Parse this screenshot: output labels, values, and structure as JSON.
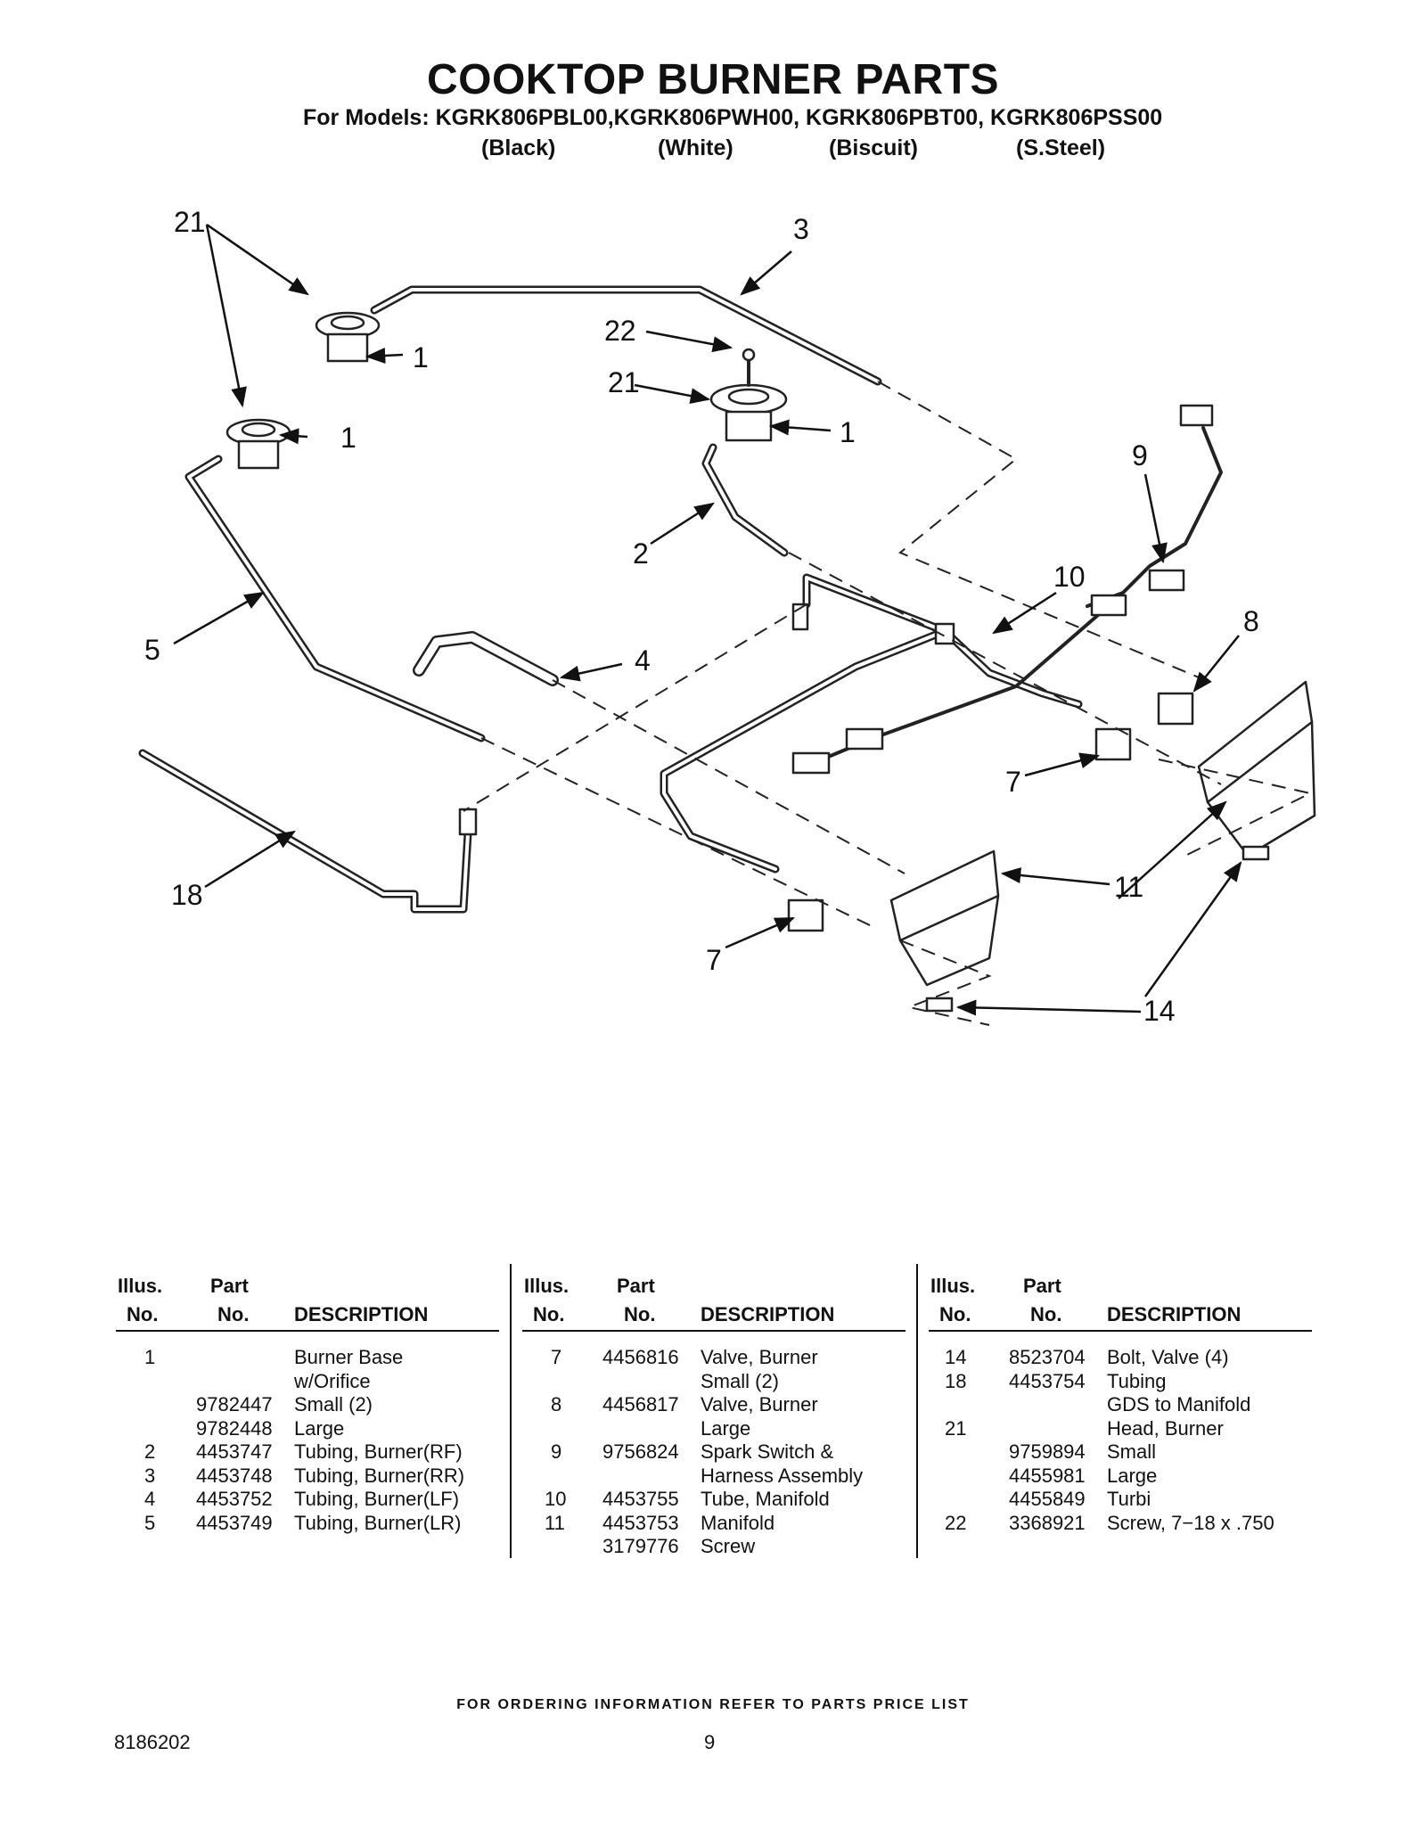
{
  "header": {
    "title": "COOKTOP BURNER PARTS",
    "models": "For Models: KGRK806PBL00,KGRK806PWH00, KGRK806PBT00, KGRK806PSS00",
    "colors": [
      "(Black)",
      "(White)",
      "(Biscuit)",
      "(S.Steel)"
    ]
  },
  "callouts": {
    "c21a": "21",
    "c3": "3",
    "c1a": "1",
    "c22": "22",
    "c21b": "21",
    "c1b": "1",
    "c1c": "1",
    "c9": "9",
    "c2": "2",
    "c10": "10",
    "c8": "8",
    "c5": "5",
    "c4": "4",
    "c7a": "7",
    "c11": "11",
    "c18": "18",
    "c7b": "7",
    "c14": "14"
  },
  "table_header": {
    "illus_1": "Illus.",
    "illus_2": "No.",
    "part_1": "Part",
    "part_2": "No.",
    "description": "DESCRIPTION"
  },
  "parts": [
    [
      {
        "illus": "1",
        "part": "",
        "desc": "Burner Base"
      },
      {
        "illus": "",
        "part": "",
        "desc": "w/Orifice"
      },
      {
        "illus": "",
        "part": "9782447",
        "desc": "Small (2)"
      },
      {
        "illus": "",
        "part": "9782448",
        "desc": "Large"
      },
      {
        "illus": "2",
        "part": "4453747",
        "desc": "Tubing, Burner(RF)"
      },
      {
        "illus": "3",
        "part": "4453748",
        "desc": "Tubing, Burner(RR)"
      },
      {
        "illus": "4",
        "part": "4453752",
        "desc": "Tubing, Burner(LF)"
      },
      {
        "illus": "5",
        "part": "4453749",
        "desc": "Tubing, Burner(LR)"
      }
    ],
    [
      {
        "illus": "7",
        "part": "4456816",
        "desc": "Valve, Burner"
      },
      {
        "illus": "",
        "part": "",
        "desc": "Small (2)"
      },
      {
        "illus": "8",
        "part": "4456817",
        "desc": "Valve, Burner"
      },
      {
        "illus": "",
        "part": "",
        "desc": "Large"
      },
      {
        "illus": "9",
        "part": "9756824",
        "desc": "Spark Switch &"
      },
      {
        "illus": "",
        "part": "",
        "desc": "Harness Assembly"
      },
      {
        "illus": "10",
        "part": "4453755",
        "desc": "Tube, Manifold"
      },
      {
        "illus": "11",
        "part": "4453753",
        "desc": "Manifold"
      },
      {
        "illus": "",
        "part": "3179776",
        "desc": "Screw"
      }
    ],
    [
      {
        "illus": "14",
        "part": "8523704",
        "desc": "Bolt, Valve (4)"
      },
      {
        "illus": "18",
        "part": "4453754",
        "desc": "Tubing"
      },
      {
        "illus": "",
        "part": "",
        "desc": "GDS to Manifold"
      },
      {
        "illus": "21",
        "part": "",
        "desc": "Head, Burner"
      },
      {
        "illus": "",
        "part": "9759894",
        "desc": "Small"
      },
      {
        "illus": "",
        "part": "4455981",
        "desc": "Large"
      },
      {
        "illus": "",
        "part": "4455849",
        "desc": "Turbi"
      },
      {
        "illus": "22",
        "part": "3368921",
        "desc": "Screw, 7−18 x .750"
      }
    ]
  ],
  "footer": {
    "ordering_note": "FOR ORDERING INFORMATION REFER TO PARTS PRICE LIST",
    "doc_number": "8186202",
    "page_number": "9"
  }
}
